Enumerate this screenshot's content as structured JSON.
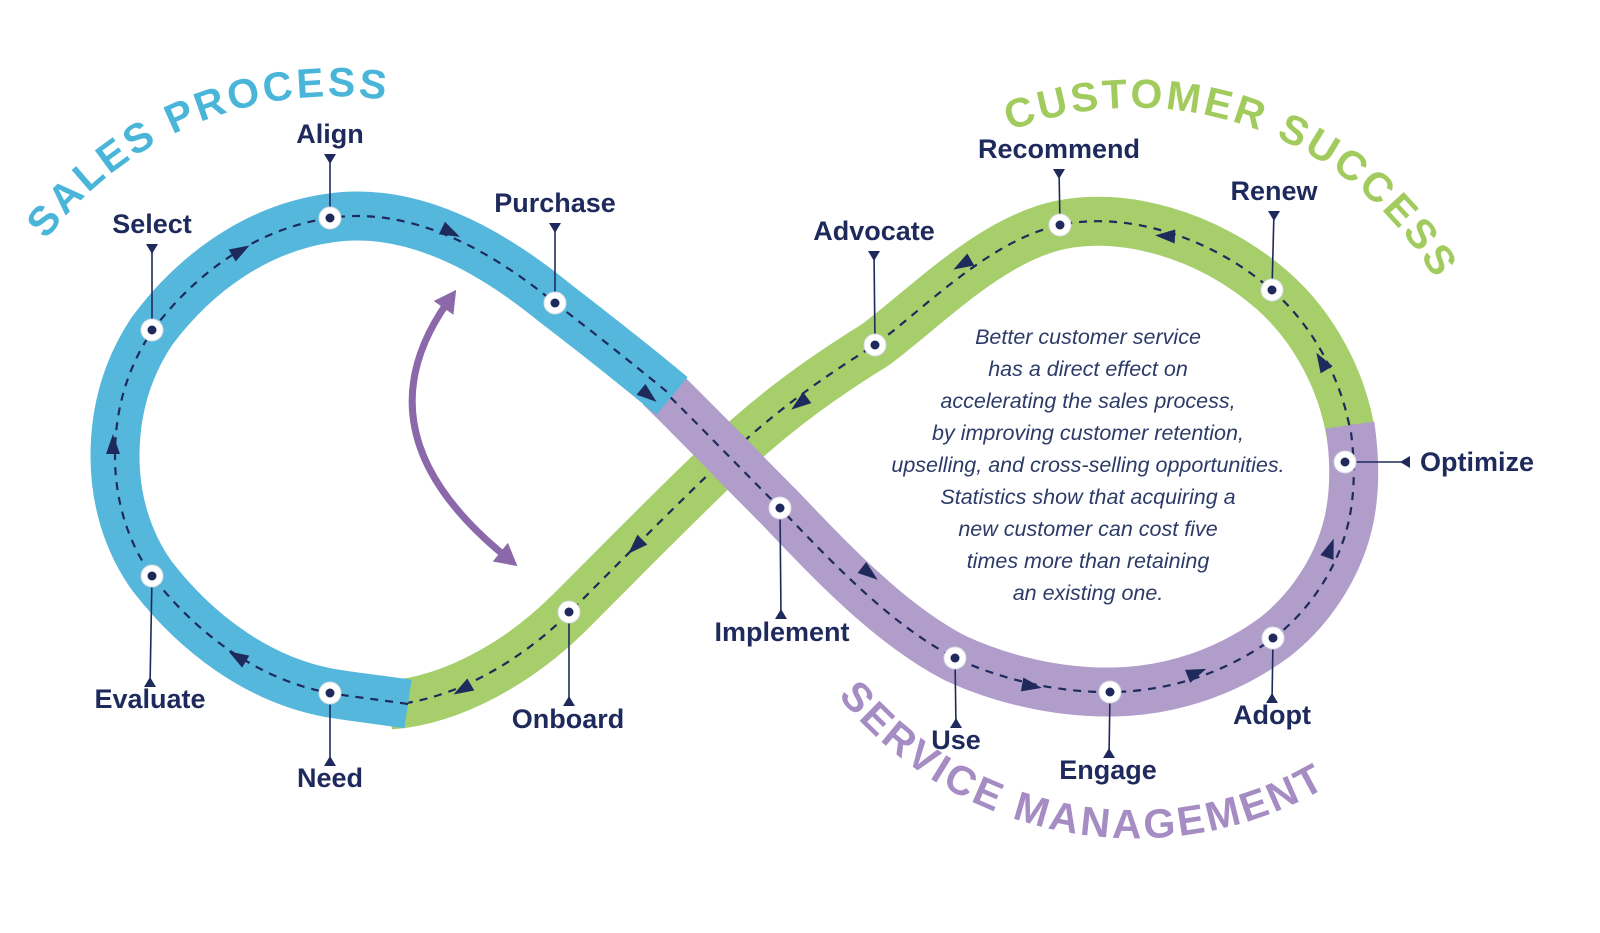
{
  "titles": {
    "sales_process": "SALES PROCESS",
    "customer_success": "CUSTOMER SUCCESS",
    "service_management": "SERVICE MANAGEMENT"
  },
  "stages": {
    "need": "Need",
    "evaluate": "Evaluate",
    "select": "Select",
    "align": "Align",
    "purchase": "Purchase",
    "onboard": "Onboard",
    "implement": "Implement",
    "use": "Use",
    "engage": "Engage",
    "adopt": "Adopt",
    "optimize": "Optimize",
    "renew": "Renew",
    "recommend": "Recommend",
    "advocate": "Advocate"
  },
  "flow_order": [
    "Need",
    "Evaluate",
    "Select",
    "Align",
    "Purchase",
    "Implement",
    "Use",
    "Engage",
    "Adopt",
    "Optimize",
    "Renew",
    "Recommend",
    "Advocate",
    "Onboard"
  ],
  "center_note": {
    "lines": [
      "Better customer service",
      "has a direct effect on",
      "accelerating the sales process,",
      "by improving customer retention,",
      "upselling, and cross-selling opportunities.",
      "Statistics show that acquiring a",
      "new customer can cost five",
      "times more than retaining",
      "an existing one."
    ]
  },
  "colors": {
    "sales": "#55b7dc",
    "success": "#a6ce6a",
    "management": "#b19dca",
    "sales_title": "#49b5d9",
    "success_title": "#a2cb5e",
    "management_title": "#a58cc3",
    "navy": "#1f2a5c",
    "relation_arrow": "#8a68aa"
  }
}
